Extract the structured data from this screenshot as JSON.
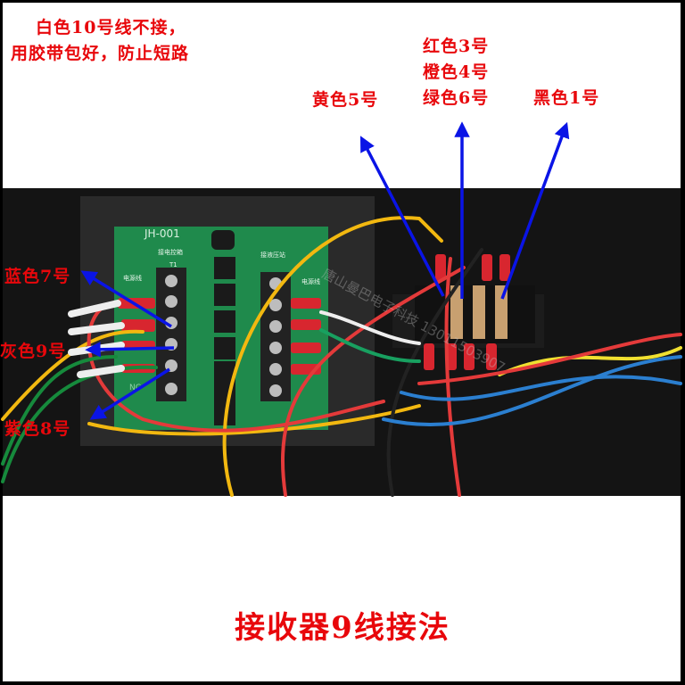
{
  "note_white_wire": {
    "line1": "白色10号线不接，",
    "line2": "用胶带包好，防止短路"
  },
  "labels": {
    "red3": "红色3号",
    "orange4": "橙色4号",
    "green6": "绿色6号",
    "yellow5": "黄色5号",
    "black1": "黑色1号",
    "blue7": "蓝色7号",
    "gray9": "灰色9号",
    "purple8": "紫色8号"
  },
  "title": "接收器9线接法",
  "photo": {
    "board_model": "JH-001",
    "board_left_header": "接电控箱",
    "board_right_header": "接液压站",
    "power_line_left": "电源线",
    "power_line_right": "电源线",
    "terminal_t1": "T1",
    "terminal_nc": "NC",
    "watermark": "唐山曼巴电子科技 13011503907"
  },
  "colors": {
    "label_red": "#e8070b",
    "arrow_blue": "#0a14e6",
    "board_green": "#1f8a4c"
  }
}
